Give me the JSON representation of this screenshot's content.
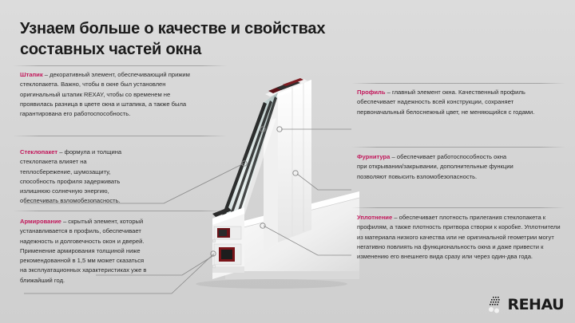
{
  "theme": {
    "background": "#d6d6d6",
    "accent": "#c2185b",
    "text": "#2a2a2a",
    "title_color": "#1b1b1b",
    "leader_line": "#8a8a8a"
  },
  "title": {
    "line1": "Узнаем больше о качестве и свойствах",
    "line2": "составных частей окна"
  },
  "callouts": {
    "shtapik": {
      "term": "Штапик",
      "text": " – декоративный элемент, обеспечивающий прижим стеклопакета. Важно, чтобы в окне был установлен оригинальный штапик REXAY, чтобы со временем не проявилась разница в цвете окна и штапика, а также была гарантирована его работоспособность."
    },
    "steklopaket": {
      "term": "Стеклопакет",
      "text": " – формула и толщина стеклопакета влияет на теплосбережение, шумозащиту, способность профиля задерживать излишнюю солнечную энергию, обеспечивать взломобезопасность."
    },
    "armirovanie": {
      "term": "Армирование",
      "text": " – скрытый элемент, который устанавливается в профиль, обеспечивает надежность и долговечность окон и дверей. Применение армирования толщиной ниже рекомендованной в 1,5 мм может сказаться на эксплуатационных характеристиках уже в ближайший год."
    },
    "profil": {
      "term": "Профиль",
      "text": " – главный элемент окна. Качественный профиль обеспечивает надежность всей конструкции, сохраняет первоначальный белоснежный цвет, не меняющийся с годами."
    },
    "furnitura": {
      "term": "Фурнитура",
      "text": " – обеспечивает работоспособность окна при открывании/закрывании, дополнительные функции позволяют повысить взломобезопасность."
    },
    "uplotnenie": {
      "term": "Уплотнение",
      "text": " – обеспечивает плотность прилегания стеклопакета к профилям, а также плотность притвора створки к коробке. Уплотнители из материала низкого качества или не оригинальной геометрии могут негативно повлиять на функциональность окна и даже привести к изменению его внешнего вида сразу или через один-два года."
    }
  },
  "figure": {
    "name": "window-profile-cutaway",
    "description": "Разрез оконного профиля со стеклопакетом"
  },
  "logo": {
    "word": "REHAU",
    "mark": "rehau-dot-grid-icon"
  }
}
